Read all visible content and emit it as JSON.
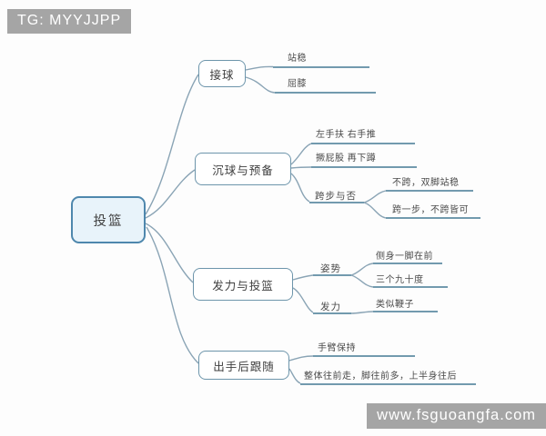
{
  "watermarks": {
    "top_left": "TG: MYYJJPP",
    "bottom_right": "www.fsguoangfa.com"
  },
  "colors": {
    "root_fill": "#e8f3fa",
    "root_border": "#4e87ad",
    "branch_border": "#6d95ab",
    "connector_line": "#8aa4b5",
    "leaf_underline": "#5e8ca3",
    "text": "#4a4a4a",
    "watermark_bg": "#a5a5a5",
    "watermark_text": "#ffffff"
  },
  "mindmap": {
    "root": {
      "label": "投篮"
    },
    "branches": [
      {
        "label": "接球",
        "children": [
          {
            "label": "站稳"
          },
          {
            "label": "屈膝"
          }
        ]
      },
      {
        "label": "沉球与预备",
        "children": [
          {
            "label": "左手扶 右手推"
          },
          {
            "label": "撅屁股 再下蹲"
          },
          {
            "label": "跨步与否",
            "children": [
              {
                "label": "不跨，双脚站稳"
              },
              {
                "label": "跨一步，不跨皆可"
              }
            ]
          }
        ]
      },
      {
        "label": "发力与投篮",
        "children": [
          {
            "label": "姿势",
            "children": [
              {
                "label": "侧身一脚在前"
              },
              {
                "label": "三个九十度"
              }
            ]
          },
          {
            "label": "发力",
            "children": [
              {
                "label": "类似鞭子"
              }
            ]
          }
        ]
      },
      {
        "label": "出手后跟随",
        "children": [
          {
            "label": "手臂保持"
          },
          {
            "label": "整体往前走，脚往前多，上半身往后"
          }
        ]
      }
    ]
  }
}
